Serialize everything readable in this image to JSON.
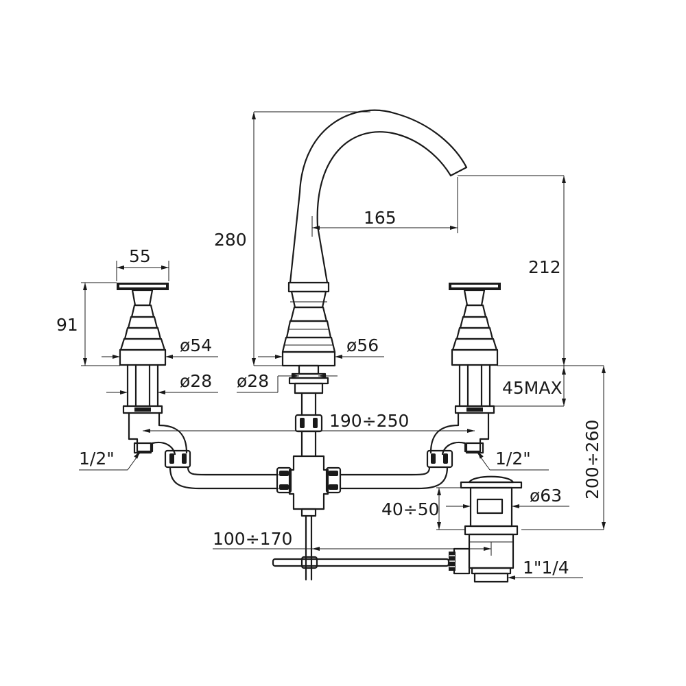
{
  "dimensions": {
    "spout_height": "280",
    "spout_reach": "165",
    "spout_outlet_height": "212",
    "handle_width": "55",
    "handle_height": "91",
    "handle_base_diameter": "ø54",
    "handle_shank_diameter": "ø28",
    "spout_base_diameter": "ø56",
    "spout_shank_diameter": "ø28",
    "deck_thickness": "45MAX",
    "center_spread": "190÷250",
    "inlet_left": "1/2\"",
    "inlet_right": "1/2\"",
    "under_deck_height": "200÷260",
    "drain_flange_diameter": "ø63",
    "drain_thickness": "40÷50",
    "rod_distance": "100÷170",
    "drain_thread": "1\"1/4"
  }
}
